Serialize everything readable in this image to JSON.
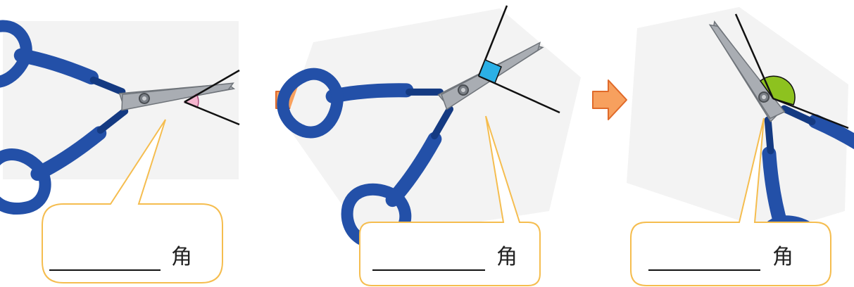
{
  "colors": {
    "handle": "#2350a8",
    "handle_dark": "#143a82",
    "blade": "#a9adb3",
    "blade_edge": "#6f747a",
    "callout_border": "#f5bd4f",
    "arrow_fill": "#f7a05e",
    "arrow_stroke": "#e06a2a",
    "acute_angle": "#f5b6cf",
    "right_angle": "#2bb0e6",
    "obtuse_angle": "#8dc21f",
    "ray_line": "#111111",
    "answer_line": "#111111"
  },
  "icons": [
    "scissors-icon",
    "right-arrow-icon"
  ],
  "panels": [
    {
      "angle_kind": "acute",
      "answer_blank": "",
      "suffix": "角"
    },
    {
      "angle_kind": "right",
      "answer_blank": "",
      "suffix": "角"
    },
    {
      "angle_kind": "obtuse",
      "answer_blank": "",
      "suffix": "角"
    }
  ]
}
